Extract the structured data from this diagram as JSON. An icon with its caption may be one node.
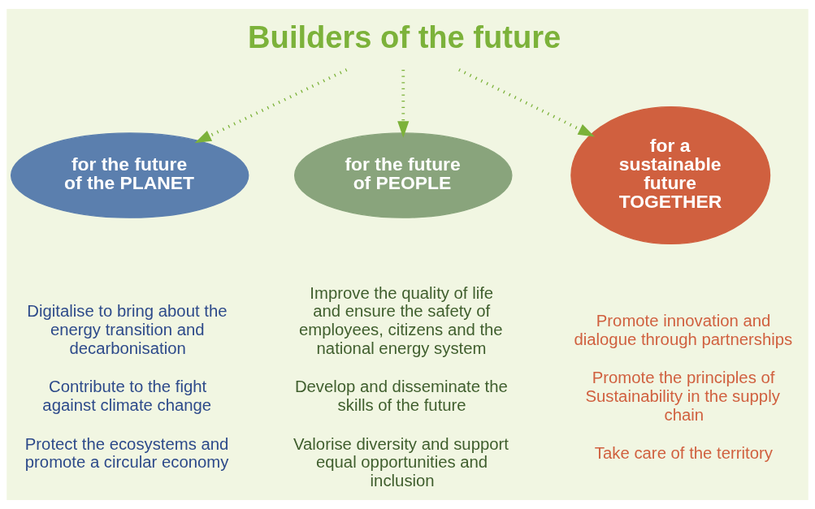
{
  "diagram": {
    "nodes": [
      {
        "text": [
          "Builders of the future"
        ]
      },
      {
        "text": [
          "for the future of the PLANET"
        ],
        "beside": [
          "Digitalise to bring about the energy transition and decarbonisation",
          "Contribute to the fight against climate change",
          "Protect the ecosystems and promote a circular economy"
        ]
      },
      {
        "text": [
          "for the future of PEOPLE"
        ],
        "beside": [
          "Improve the quality of life and ensure the safety of employees, citizens and the national energy system",
          "Develop and disseminate the skills of the future",
          "Valorise diversity and support equal opportunities and inclusion"
        ]
      },
      {
        "text": [
          "for a sustainable future TOGETHER"
        ],
        "beside": [
          "Promote innovation and dialogue through partnerships",
          "Promote the principles of Sustainability in the supply chain",
          "Take care of the territory"
        ]
      }
    ],
    "edges": [
      {
        "from": 0,
        "to": 1,
        "arrow": "to"
      },
      {
        "from": 0,
        "to": 2,
        "arrow": "to"
      },
      {
        "from": 0,
        "to": 3,
        "arrow": "to"
      }
    ]
  }
}
